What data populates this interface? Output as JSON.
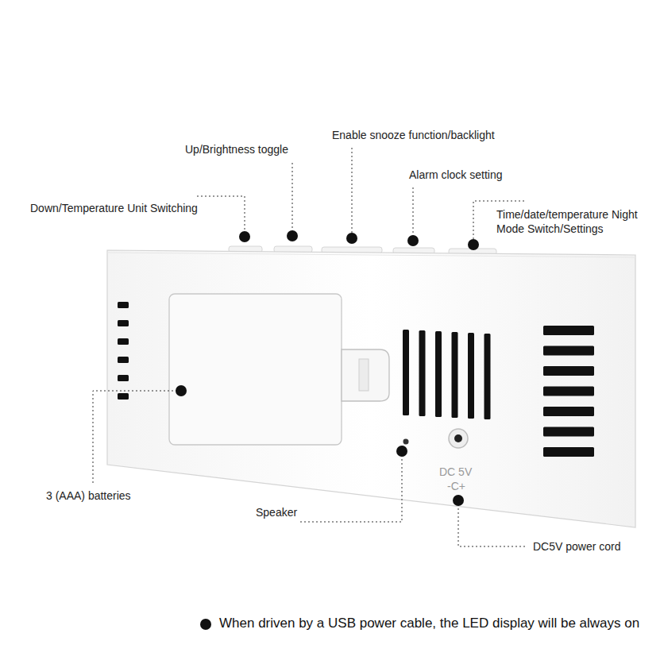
{
  "diagram": {
    "labels": [
      "Up/Brightness toggle",
      "Enable snooze function/backlight",
      "Alarm clock setting",
      "Down/Temperature Unit Switching",
      "Time/date/temperature Night Mode Switch/Settings",
      "3 (AAA) batteries",
      "Speaker",
      "DC5V power cord",
      "DC 5V",
      "-C+",
      "When driven by a USB power cable, the LED display will be always on"
    ]
  }
}
